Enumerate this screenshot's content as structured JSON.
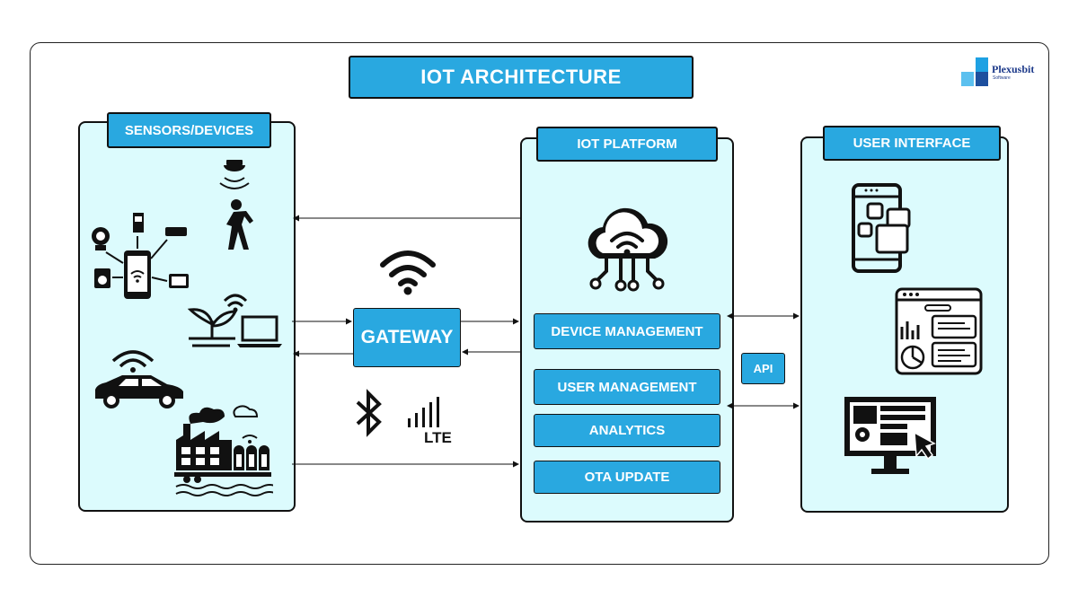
{
  "title": "IOT ARCHITECTURE",
  "logo": {
    "name": "Plexusbit",
    "sub": "Software",
    "icon": "plexusbit-logo-icon"
  },
  "sensors": {
    "label": "SENSORS/DEVICES",
    "icons": [
      "motion-sensor-person-icon",
      "smart-home-hub-icon",
      "smart-agriculture-laptop-icon",
      "connected-car-icon",
      "smart-factory-icon"
    ]
  },
  "gateway": {
    "label": "GATEWAY",
    "icons": [
      "wifi-icon",
      "bluetooth-icon",
      "lte-signal-icon"
    ],
    "lte_text": "LTE"
  },
  "platform": {
    "label": "IOT PLATFORM",
    "icon": "cloud-network-icon",
    "modules": [
      "DEVICE MANAGEMENT",
      "USER MANAGEMENT",
      "ANALYTICS",
      "OTA UPDATE"
    ]
  },
  "api": {
    "label": "API"
  },
  "ui": {
    "label": "USER INTERFACE",
    "icons": [
      "mobile-app-icon",
      "web-dashboard-icon",
      "desktop-monitor-icon"
    ]
  },
  "colors": {
    "accent": "#29a8e0",
    "panel_bg": "#dcfbfd",
    "ink": "#111111"
  }
}
